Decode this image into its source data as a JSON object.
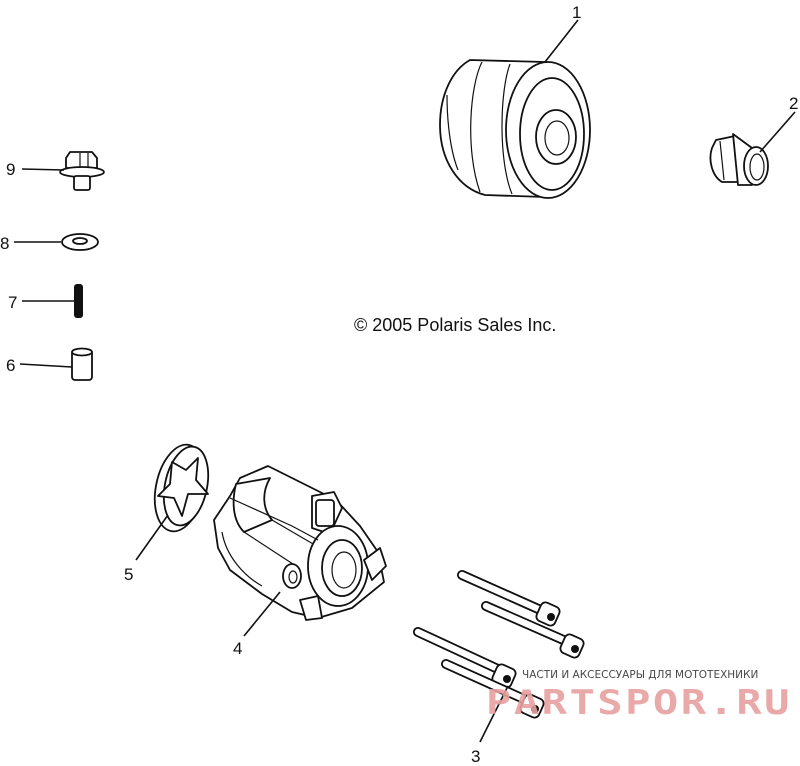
{
  "copyright": "© 2005 Polaris Sales Inc.",
  "watermark": {
    "tagline": "ЧАСТИ И АКСЕССУАРЫ ДЛЯ МОТОТЕХНИКИ",
    "brand": "PARTSPOR.RU"
  },
  "callouts": [
    "1",
    "2",
    "3",
    "4",
    "5",
    "6",
    "7",
    "8",
    "9"
  ]
}
